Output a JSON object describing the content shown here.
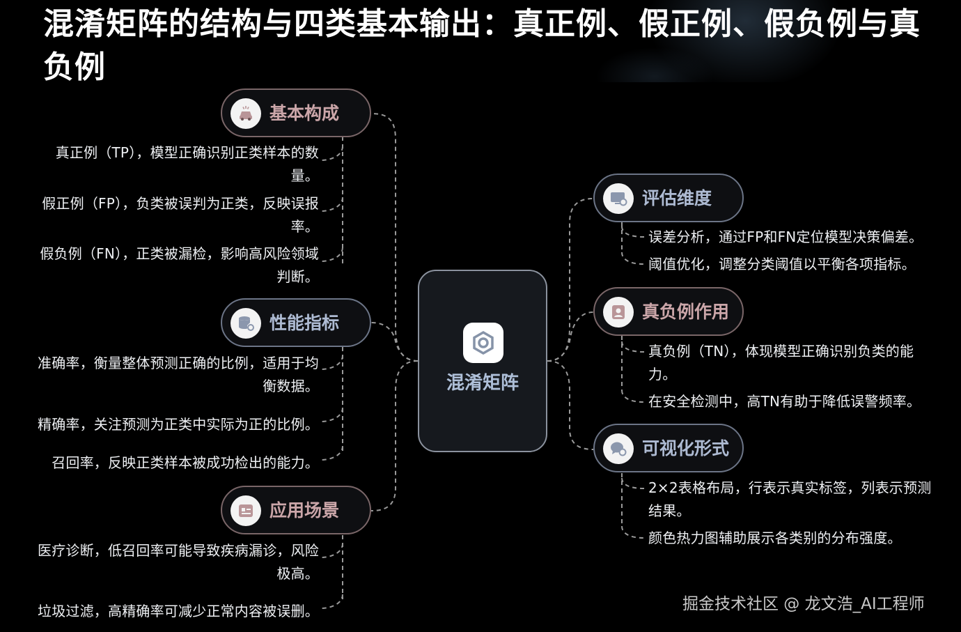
{
  "title": "混淆矩阵的结构与四类基本输出：真正例、假正例、假负例与真负例",
  "center": {
    "label": "混淆矩阵",
    "icon": "hexagon-gear-icon"
  },
  "branches": [
    {
      "label": "基本构成",
      "icon": "car-alert-icon",
      "accent": "#cba6a9",
      "items": [
        "真正例（TP），模型正确识别正类样本的数量。",
        "假正例（FP），负类被误判为正类，反映误报率。",
        "假负例（FN），正类被漏检，影响高风险领域判断。"
      ]
    },
    {
      "label": "性能指标",
      "icon": "database-settings-icon",
      "accent": "#aebbd3",
      "items": [
        "准确率，衡量整体预测正确的比例，适用于均衡数据。",
        "精确率，关注预测为正类中实际为正的比例。",
        "召回率，反映正类样本被成功检出的能力。"
      ]
    },
    {
      "label": "应用场景",
      "icon": "document-list-icon",
      "accent": "#cba6a9",
      "items": [
        "医疗诊断，低召回率可能导致疾病漏诊，风险极高。",
        "垃圾过滤，高精确率可减少正常内容被误删。"
      ]
    },
    {
      "label": "评估维度",
      "icon": "monitor-settings-icon",
      "accent": "#aebbd3",
      "items": [
        "误差分析，通过FP和FN定位模型决策偏差。",
        "阈值优化，调整分类阈值以平衡各项指标。"
      ]
    },
    {
      "label": "真负例作用",
      "icon": "id-badge-icon",
      "accent": "#cba6a9",
      "items": [
        "真负例（TN），体现模型正确识别负类的能力。",
        "在安全检测中，高TN有助于降低误警频率。"
      ]
    },
    {
      "label": "可视化形式",
      "icon": "chat-gear-icon",
      "accent": "#aebbd3",
      "items": [
        "2×2表格布局，行表示真实标签，列表示预测结果。",
        "颜色热力图辅助展示各类别的分布强度。"
      ]
    }
  ],
  "watermark": "掘金技术社区 @ 龙文浩_AI工程师"
}
